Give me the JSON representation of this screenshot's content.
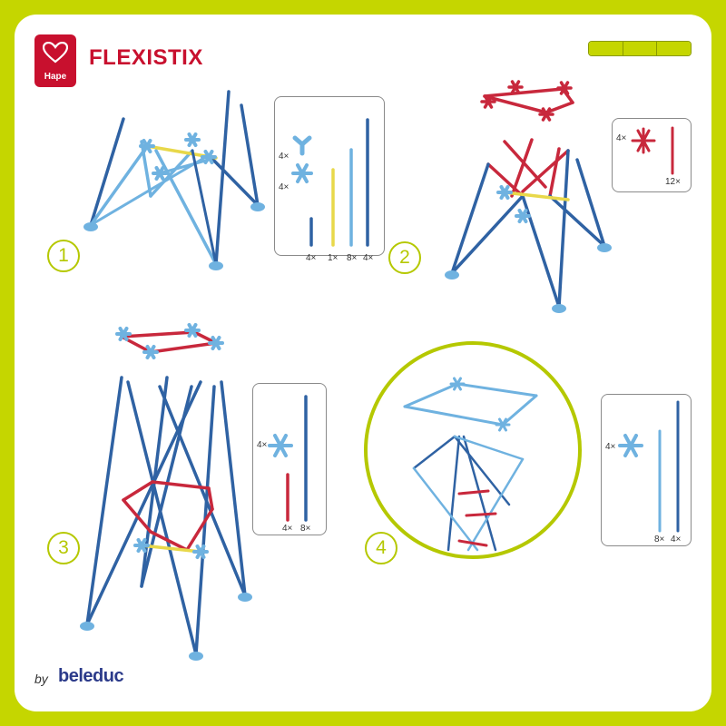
{
  "header": {
    "logo_text": "Hape",
    "title": "FLEXISTIX",
    "progress_segments": 3
  },
  "steps": [
    {
      "number": "1",
      "parts": [
        {
          "label": "4×",
          "item": "three-arm connector"
        },
        {
          "label": "4×",
          "item": "six-arm connector"
        },
        {
          "label": "4×",
          "item": "short dark blue stick"
        },
        {
          "label": "1×",
          "item": "yellow stick"
        },
        {
          "label": "8×",
          "item": "light blue stick"
        },
        {
          "label": "4×",
          "item": "long dark blue stick"
        }
      ]
    },
    {
      "number": "2",
      "parts": [
        {
          "label": "4×",
          "item": "red connector"
        },
        {
          "label": "12×",
          "item": "red stick"
        }
      ]
    },
    {
      "number": "3",
      "parts": [
        {
          "label": "4×",
          "item": "light blue connector"
        },
        {
          "label": "4×",
          "item": "red stick"
        },
        {
          "label": "8×",
          "item": "dark blue stick"
        }
      ]
    },
    {
      "number": "4",
      "parts": [
        {
          "label": "4×",
          "item": "light blue connector"
        },
        {
          "label": "8×",
          "item": "light blue stick"
        },
        {
          "label": "4×",
          "item": "dark blue stick"
        }
      ]
    }
  ],
  "footer": {
    "by": "by",
    "brand": "beleduc"
  },
  "colors": {
    "frame_green": "#c5d600",
    "hape_red": "#c8102e",
    "dark_blue": "#2f62a3",
    "light_blue": "#6fb2e0",
    "red": "#c8283c",
    "yellow": "#e8d84a"
  }
}
